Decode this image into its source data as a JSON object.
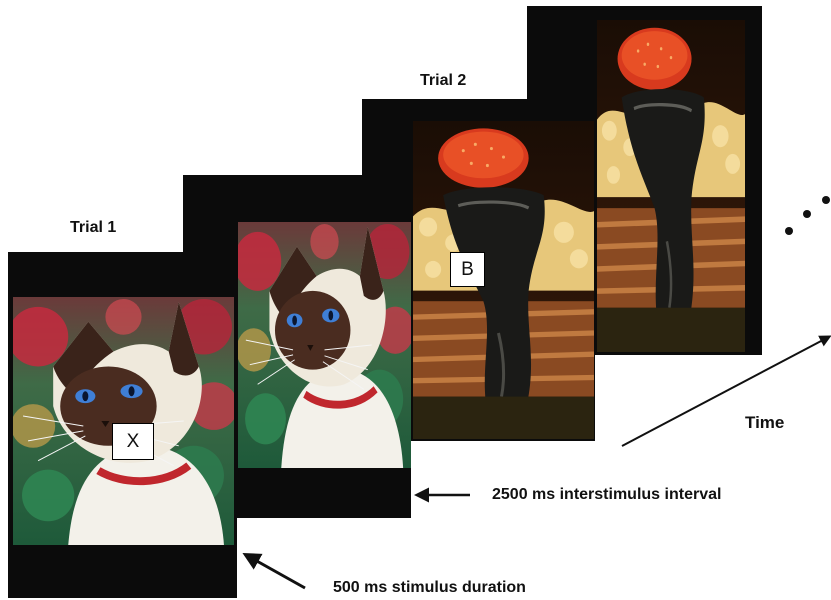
{
  "labels": {
    "trial1": "Trial 1",
    "trial2": "Trial 2",
    "time": "Time",
    "isi": "2500 ms interstimulus interval",
    "duration": "500 ms stimulus duration"
  },
  "letters": {
    "trial1": "X",
    "trial2": "B"
  },
  "images": {
    "trial1": "siamese-cat-photo",
    "trial2": "dessert-sundae-photo"
  },
  "colors": {
    "screen": "#0b0b0b",
    "text": "#111111"
  }
}
